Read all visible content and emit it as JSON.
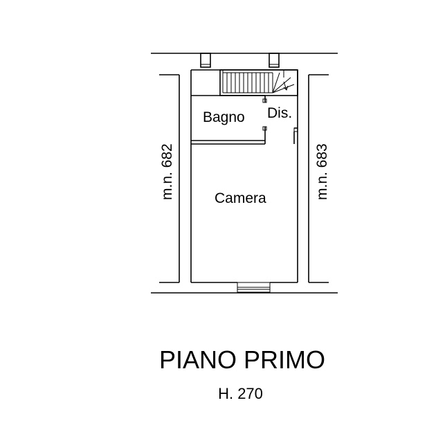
{
  "plan": {
    "rooms": {
      "bathroom": "Bagno",
      "landing": "Dis.",
      "bedroom": "Camera"
    },
    "neighbors": {
      "left": "m.n. 682",
      "right": "m.n. 683"
    }
  },
  "title": "PIANO PRIMO",
  "height_label": "H. 270"
}
